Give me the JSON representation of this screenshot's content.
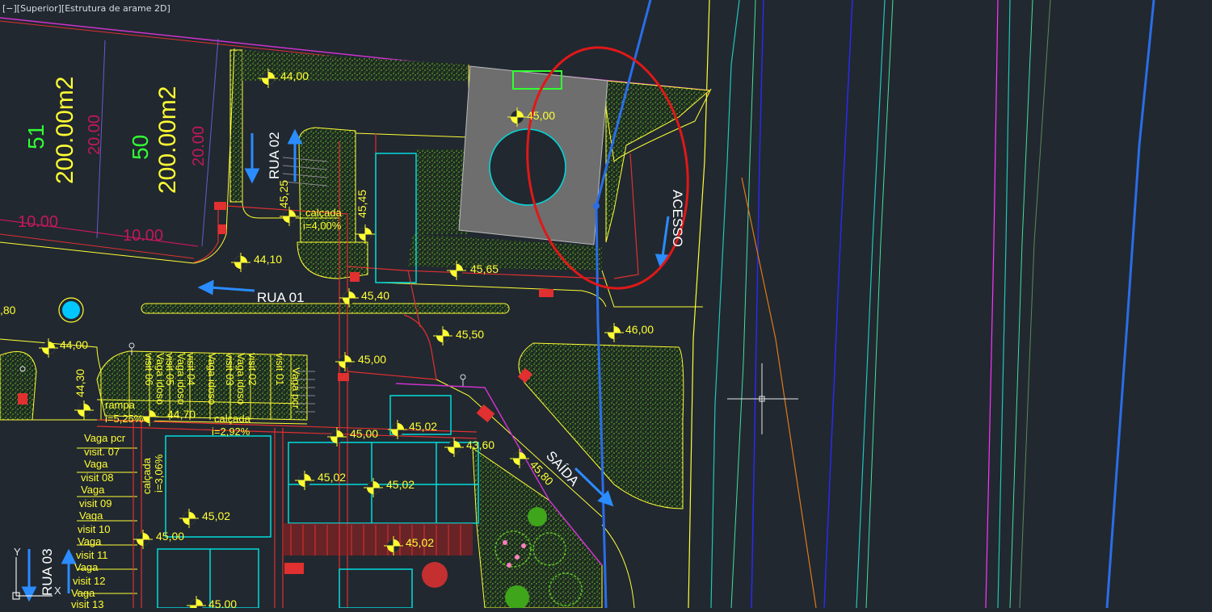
{
  "viewport": {
    "label": "[−][Superior][Estrutura de arame 2D]"
  },
  "colors": {
    "background": "#212830",
    "lot_line": "#c2185b",
    "boundary": "#cc33cc",
    "yellow": "#ffff33",
    "red": "#e03030",
    "cyan": "#00dcdc",
    "green_text": "#33ff33",
    "blue_arrow": "#2a8cff",
    "highlight": "#e01818",
    "hatch": "#56c21f"
  },
  "lots": [
    {
      "number": "51",
      "area": "200.00m2",
      "side": "20.00",
      "front": "10.00"
    },
    {
      "number": "50",
      "area": "200.00m2",
      "side": "20.00",
      "front": "10.00"
    }
  ],
  "streets": {
    "rua01": "RUA 01",
    "rua02": "RUA 02",
    "rua03": "RUA 03",
    "acesso": "ACESSO",
    "saida": "SAÍDA"
  },
  "elevations": {
    "e4400a": "44,00",
    "e4500a": "45,00",
    "e4525": "45,25",
    "e4545": "45,45",
    "e4410": "44,10",
    "e4565": "45,65",
    "e4540": "45,40",
    "e4550": "45,50",
    "e4600": "46,00",
    "e4400b": "44,00",
    "e4500b": "45,00",
    "e4430": "44,30",
    "e4470": "44,70",
    "e4500c": "45,00",
    "e4502a": "45,02",
    "e4360": "43,60",
    "e4580": "45,80",
    "e4502b": "45,02",
    "e4502c": "45,02",
    "e4502d": "45,02",
    "e4500d": "45,00",
    "e4502e": "45,02",
    "e380": ",80",
    "e4500e": "45,00"
  },
  "annotations": {
    "calcada1": "calçada",
    "calcada1_slope": "i=4,00%",
    "rampa": "rampa",
    "rampa_slope": "i=5,25%",
    "calcada2": "calçada",
    "calcada2_slope": "i=2,92%",
    "calcada3": "calçada",
    "calcada3_slope": "i=3,06%"
  },
  "parking_vertical": [
    "visit 06",
    "Vaga idoso",
    "visit 05",
    "Vaga idoso",
    "visit 04",
    "Vaga idoso",
    "visit 03",
    "Vaga idoso",
    "visit 02",
    "visit 01",
    "Vaga pcr"
  ],
  "parking_horizontal": [
    "Vaga pcr",
    "visit. 07",
    "Vaga",
    "visit 08",
    "Vaga",
    "visit 09",
    "Vaga",
    "visit 10",
    "Vaga",
    "visit 11",
    "Vaga",
    "visit 12",
    "Vaga",
    "visit 13"
  ],
  "ucs": {
    "y": "Y",
    "x": "X"
  }
}
